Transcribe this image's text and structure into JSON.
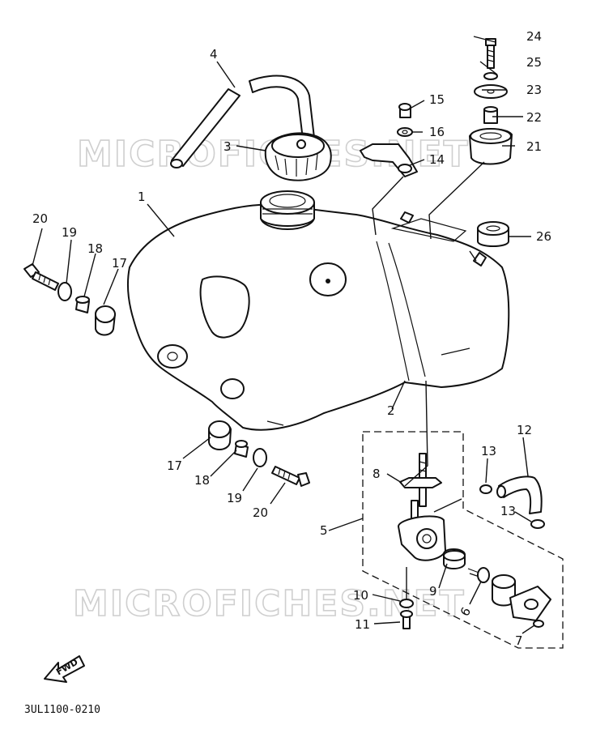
{
  "watermark": {
    "top": "MICROFICHES.NET",
    "bottom": "MICROFICHES.NET"
  },
  "diagram_code": "3UL1100-0210",
  "fwd_label": "FWD",
  "callouts": {
    "c1": "1",
    "c2": "2",
    "c3": "3",
    "c4": "4",
    "c5": "5",
    "c6": "6",
    "c7": "7",
    "c8": "8",
    "c9": "9",
    "c10": "10",
    "c11": "11",
    "c12": "12",
    "c13a": "13",
    "c13b": "13",
    "c14": "14",
    "c15": "15",
    "c16": "16",
    "c17a": "17",
    "c17b": "17",
    "c18a": "18",
    "c18b": "18",
    "c19a": "19",
    "c19b": "19",
    "c20a": "20",
    "c20b": "20",
    "c21": "21",
    "c22": "22",
    "c23": "23",
    "c24": "24",
    "c25": "25",
    "c26": "26"
  }
}
